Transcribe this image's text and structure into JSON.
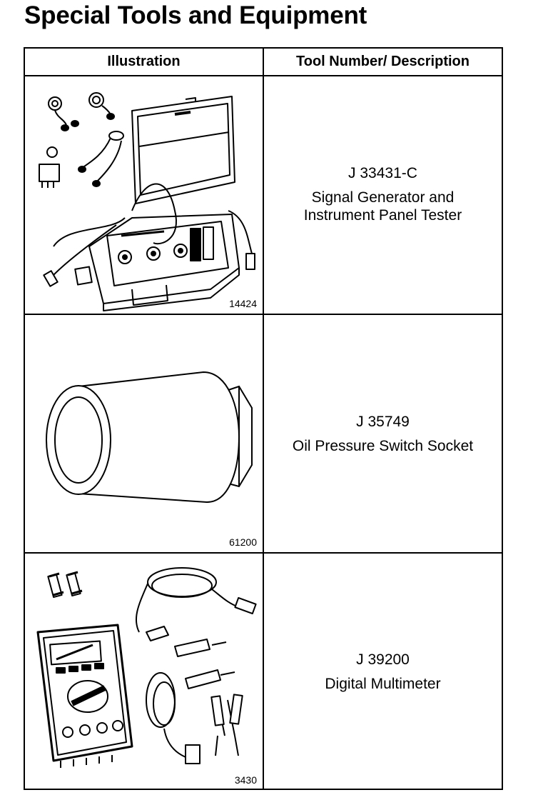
{
  "title": "Special Tools and Equipment",
  "table": {
    "headers": {
      "illustration": "Illustration",
      "description": "Tool Number/ Description"
    },
    "rows": [
      {
        "figure_number": "14424",
        "tool_number": "J 33431-C",
        "description_lines": [
          "Signal Generator and",
          "Instrument Panel Tester"
        ],
        "icon": "signal-generator-case-icon"
      },
      {
        "figure_number": "61200",
        "tool_number": "J 35749",
        "description_lines": [
          "Oil Pressure Switch Socket"
        ],
        "icon": "socket-icon"
      },
      {
        "figure_number": "3430",
        "tool_number": "J 39200",
        "description_lines": [
          "Digital Multimeter"
        ],
        "icon": "multimeter-icon"
      }
    ]
  }
}
